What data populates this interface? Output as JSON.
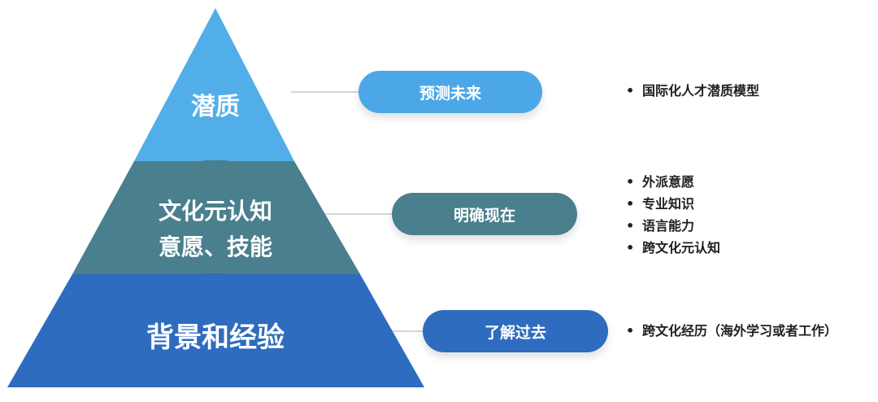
{
  "pyramid": {
    "layers": [
      {
        "label_lines": [
          "潜质"
        ],
        "color": "#52aee8"
      },
      {
        "label_lines": [
          "文化元认知",
          "意愿、技能"
        ],
        "color": "#4a7f8d"
      },
      {
        "label_lines": [
          "背景和经验"
        ],
        "color": "#2e6cc0"
      }
    ]
  },
  "pills": [
    {
      "label": "预测未来",
      "color": "#4ba7e7"
    },
    {
      "label": "明确现在",
      "color": "#4a7f8d"
    },
    {
      "label": "了解过去",
      "color": "#2e6cc0"
    }
  ],
  "details": [
    {
      "items": [
        "国际化人才潜质模型"
      ]
    },
    {
      "items": [
        "外派意愿",
        "专业知识",
        "语言能力",
        "跨文化元认知"
      ]
    },
    {
      "items": [
        "跨文化经历（海外学习或者工作）"
      ]
    }
  ],
  "bullet_char": "•"
}
